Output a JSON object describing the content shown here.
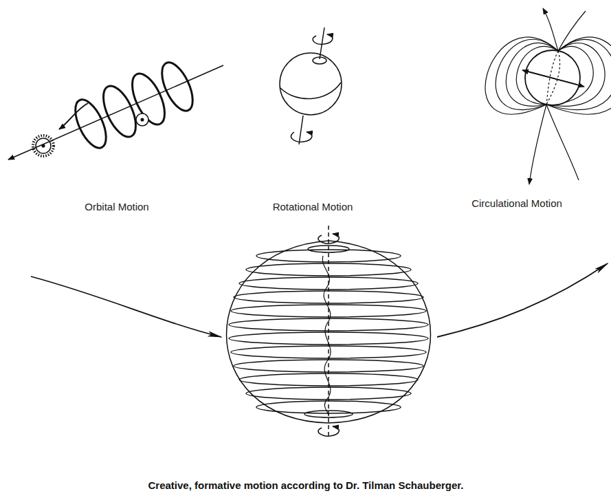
{
  "diagram": {
    "caption": "Creative, formative motion according to Dr. Tilman Schauberger.",
    "labels": [
      "Orbital Motion",
      "Rotational Motion",
      "Circulational Motion"
    ]
  }
}
